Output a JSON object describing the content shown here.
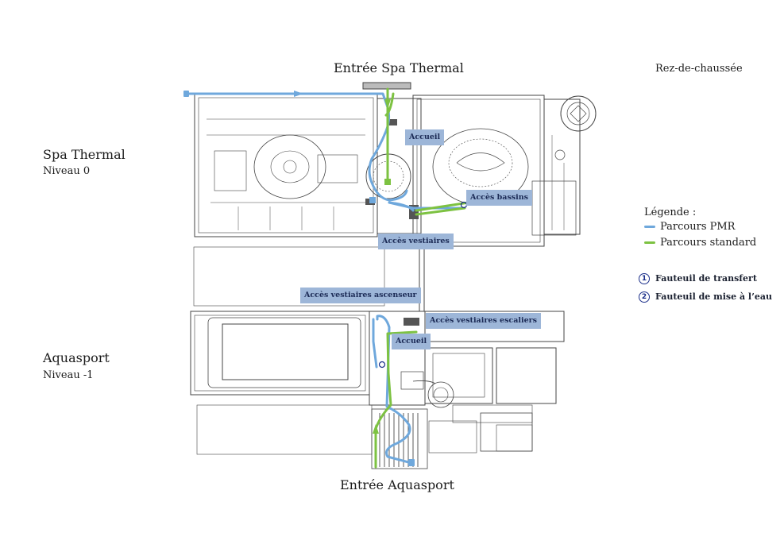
{
  "header": {
    "entrance_top": "Entrée Spa Thermal",
    "floor": "Rez-de-chaussée",
    "entrance_bottom": "Entrée Aquasport"
  },
  "zones": {
    "spa": {
      "name": "Spa Thermal",
      "level": "Niveau 0"
    },
    "aquasport": {
      "name": "Aquasport",
      "level": "Niveau -1"
    }
  },
  "tags": {
    "accueil_spa": "Accueil",
    "acces_bassins": "Accès bassins",
    "acces_vestiaires": "Accès vestiaires",
    "acces_vestiaires_ascenseur": "Accès vestiaires ascenseur",
    "acces_vestiaires_escaliers": "Accès vestiaires escaliers",
    "accueil_aqua": "Accueil"
  },
  "legend": {
    "title": "Légende :",
    "pmr": "Parcours PMR",
    "standard": "Parcours standard",
    "marker_1_num": "1",
    "marker_1": "Fauteuil de transfert",
    "marker_2_num": "2",
    "marker_2": "Fauteuil de mise à l’eau"
  },
  "colors": {
    "pmr": "#6fa8dc",
    "standard": "#7dc242",
    "tag_bg": "#9db6d8",
    "tag_text": "#1b2a55",
    "plan": "#3a3a3a",
    "marker": "#1b2f8a"
  }
}
